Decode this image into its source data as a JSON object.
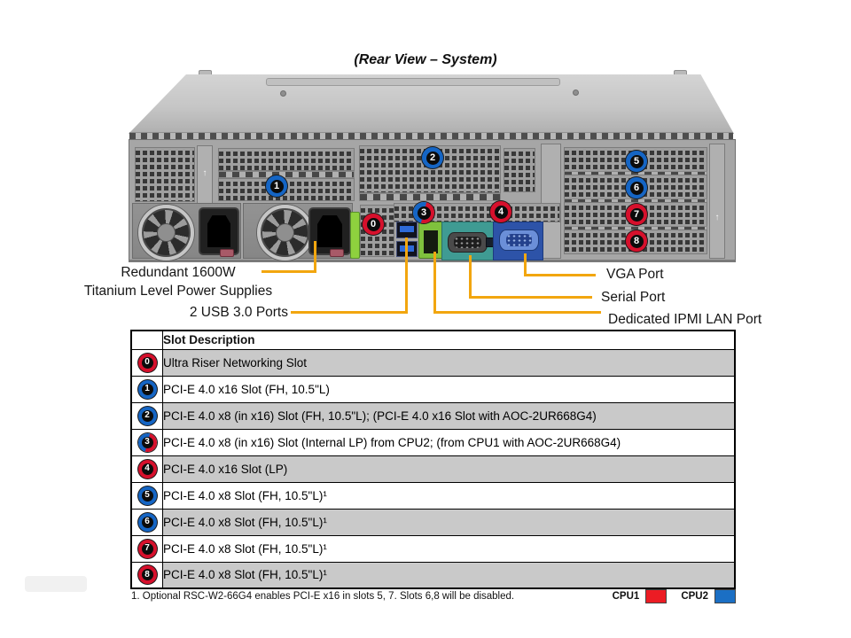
{
  "title": "(Rear View – System)",
  "colors": {
    "callout_line": "#F2A60F",
    "cpu1_red": "#D6102C",
    "cpu2_blue": "#1565C4"
  },
  "icons": {
    "bracket_arrow": "↑"
  },
  "diagram": {
    "badges": [
      {
        "num": "0",
        "ring": "red"
      },
      {
        "num": "1",
        "ring": "blue"
      },
      {
        "num": "2",
        "ring": "blue"
      },
      {
        "num": "3",
        "ring": "split"
      },
      {
        "num": "4",
        "ring": "red"
      },
      {
        "num": "5",
        "ring": "blue"
      },
      {
        "num": "6",
        "ring": "blue"
      },
      {
        "num": "7",
        "ring": "red"
      },
      {
        "num": "8",
        "ring": "red"
      }
    ],
    "labels": {
      "psu_line1": "Redundant 1600W",
      "psu_line2": "Titanium Level Power Supplies",
      "usb": "2 USB 3.0 Ports",
      "vga": "VGA Port",
      "serial": "Serial Port",
      "ipmi": "Dedicated IPMI LAN Port"
    }
  },
  "table": {
    "header": "Slot Description",
    "rows": [
      {
        "slot": "0",
        "ring": "red",
        "description": "Ultra Riser Networking Slot"
      },
      {
        "slot": "1",
        "ring": "blue",
        "description": "PCI-E 4.0 x16 Slot (FH, 10.5\"L)"
      },
      {
        "slot": "2",
        "ring": "blue",
        "description": "PCI-E 4.0 x8 (in x16) Slot (FH, 10.5\"L); (PCI-E 4.0 x16 Slot with AOC-2UR668G4)"
      },
      {
        "slot": "3",
        "ring": "split",
        "description": "PCI-E 4.0 x8 (in x16) Slot (Internal LP) from CPU2; (from CPU1 with AOC-2UR668G4)"
      },
      {
        "slot": "4",
        "ring": "red",
        "description": "PCI-E 4.0 x16 Slot (LP)"
      },
      {
        "slot": "5",
        "ring": "blue",
        "description": "PCI-E 4.0 x8 Slot (FH, 10.5\"L)¹"
      },
      {
        "slot": "6",
        "ring": "blue",
        "description": "PCI-E 4.0 x8 Slot (FH, 10.5\"L)¹"
      },
      {
        "slot": "7",
        "ring": "red",
        "description": "PCI-E 4.0 x8 Slot (FH, 10.5\"L)¹"
      },
      {
        "slot": "8",
        "ring": "red",
        "description": "PCI-E 4.0 x8 Slot (FH, 10.5\"L)¹"
      }
    ],
    "footnote": "1. Optional RSC-W2-66G4 enables PCI-E x16 in slots 5, 7.  Slots 6,8 will be disabled.",
    "legend": [
      {
        "label": "CPU1",
        "color": "#EC1C24"
      },
      {
        "label": "CPU2",
        "color": "#1B6FC4"
      }
    ]
  }
}
